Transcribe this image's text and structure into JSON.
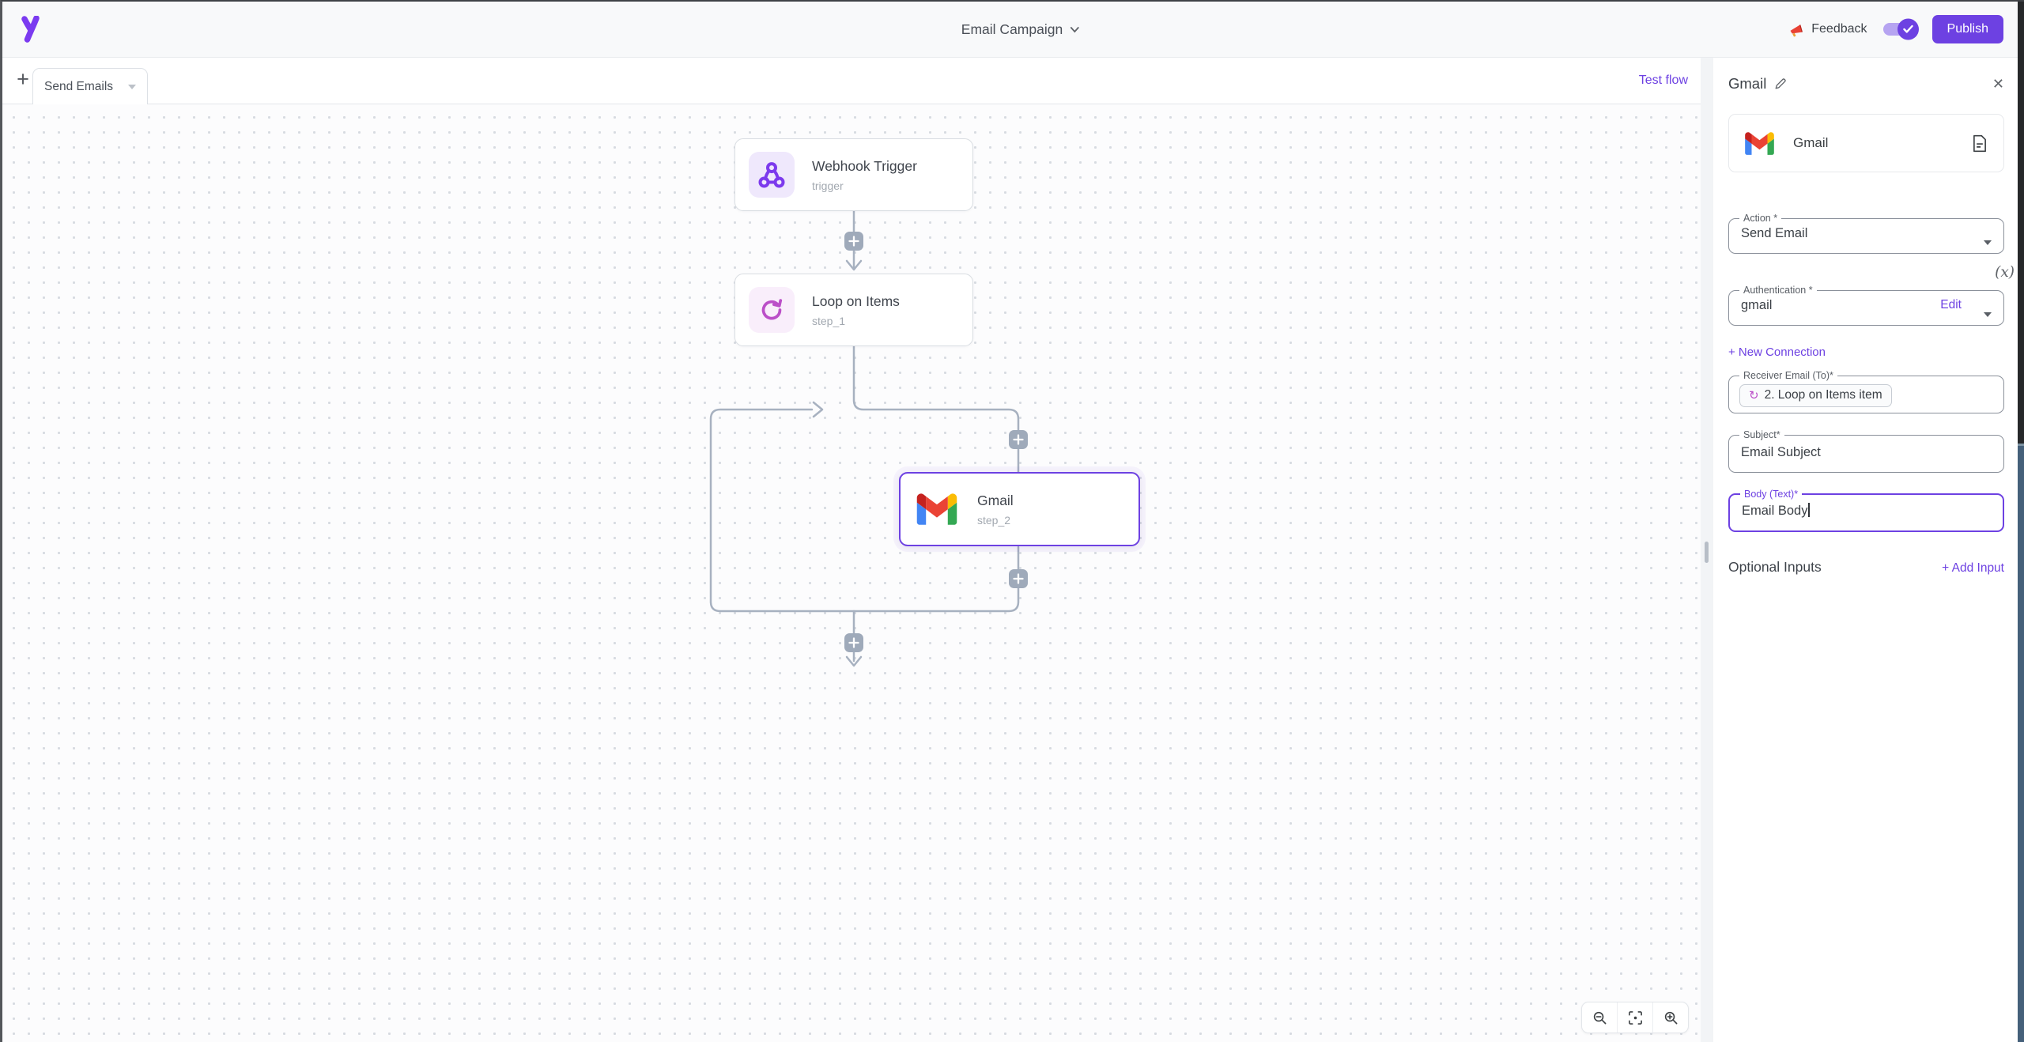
{
  "header": {
    "title": "Email Campaign",
    "feedback_label": "Feedback",
    "publish_label": "Publish"
  },
  "tabbar": {
    "add_icon": "+",
    "flow_tab_label": "Send Emails",
    "test_flow_label": "Test flow"
  },
  "canvas": {
    "nodes": [
      {
        "title": "Webhook Trigger",
        "subtitle": "trigger",
        "icon": "webhook-icon"
      },
      {
        "title": "Loop on Items",
        "subtitle": "step_1",
        "icon": "loop-icon"
      },
      {
        "title": "Gmail",
        "subtitle": "step_2",
        "icon": "gmail-icon",
        "selected": true
      }
    ],
    "zoom_controls": [
      "zoom-out-icon",
      "fit-view-icon",
      "zoom-in-icon"
    ]
  },
  "panel": {
    "title": "Gmail",
    "piece_name": "Gmail",
    "action": {
      "label": "Action *",
      "value": "Send Email"
    },
    "variable_icon": "(x)",
    "auth": {
      "label": "Authentication *",
      "value": "gmail",
      "edit_label": "Edit"
    },
    "new_connection_label": "+ New Connection",
    "receiver": {
      "label": "Receiver Email (To)*",
      "chip_label": "2. Loop on Items item"
    },
    "subject": {
      "label": "Subject*",
      "value": "Email Subject"
    },
    "body": {
      "label": "Body (Text)*",
      "value": "Email Body"
    },
    "optional_inputs_label": "Optional Inputs",
    "add_input_label": "+ Add Input"
  },
  "icons": {
    "close": "✕",
    "loop_chip": "↻"
  },
  "colors": {
    "accent": "#6d41e2",
    "webhook_purple": "#7c3aed",
    "loop_pink": "#bb4fc8",
    "connector_gray": "#a7b1c0",
    "gmail_blue": "#4285f4",
    "gmail_green": "#34a853",
    "gmail_yellow": "#fbbc04",
    "gmail_red": "#ea4335",
    "gmail_dark_red": "#c5221f"
  }
}
